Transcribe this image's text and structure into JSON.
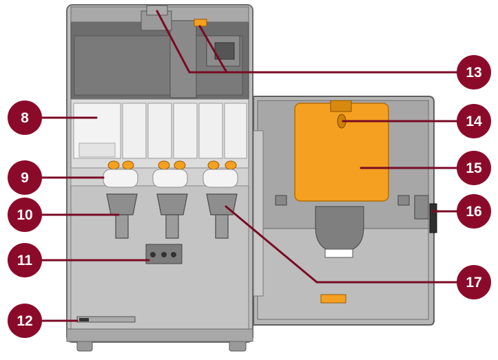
{
  "diagram": {
    "callouts": [
      {
        "id": "8",
        "label": "8"
      },
      {
        "id": "9",
        "label": "9"
      },
      {
        "id": "10",
        "label": "10"
      },
      {
        "id": "11",
        "label": "11"
      },
      {
        "id": "12",
        "label": "12"
      },
      {
        "id": "13",
        "label": "13"
      },
      {
        "id": "14",
        "label": "14"
      },
      {
        "id": "15",
        "label": "15"
      },
      {
        "id": "16",
        "label": "16"
      },
      {
        "id": "17",
        "label": "17"
      }
    ],
    "colors": {
      "callout_fill": "#8b0a2a",
      "leader_line": "#7a0a24",
      "accent_orange": "#f5a020",
      "machine_body": "#b8b8b8",
      "machine_dark": "#6e6e6e",
      "canister": "#f1f1f1"
    }
  }
}
